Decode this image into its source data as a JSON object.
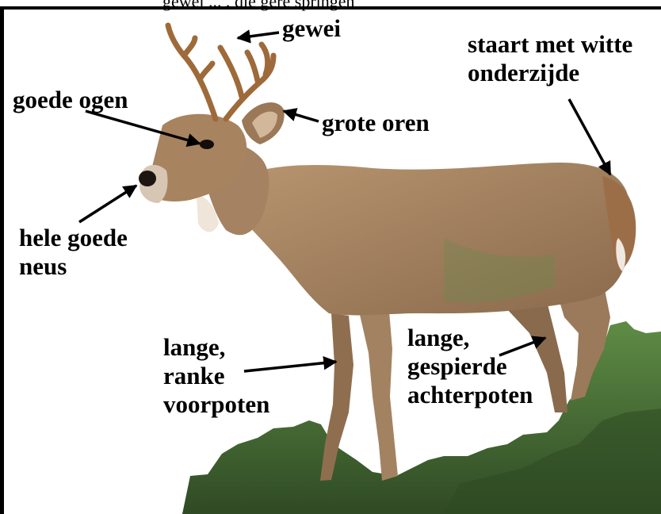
{
  "top_fragment": "gewei ... , die gere springen",
  "labels": {
    "gewei": "gewei",
    "staart": [
      "staart met witte",
      "onderzijde"
    ],
    "ogen": "goede ogen",
    "oren": "grote oren",
    "neus": [
      "hele goede",
      "neus"
    ],
    "voorpoten": [
      "lange,",
      "ranke",
      "voorpoten"
    ],
    "achterpoten": [
      "lange,",
      "gespierde",
      "achterpoten"
    ]
  },
  "colors": {
    "fur": "#a88866",
    "fur_dark": "#7a5a3e",
    "vegetation": "#4f7a3a",
    "vegetation_dark": "#2e4a22",
    "arrow": "#000000"
  }
}
